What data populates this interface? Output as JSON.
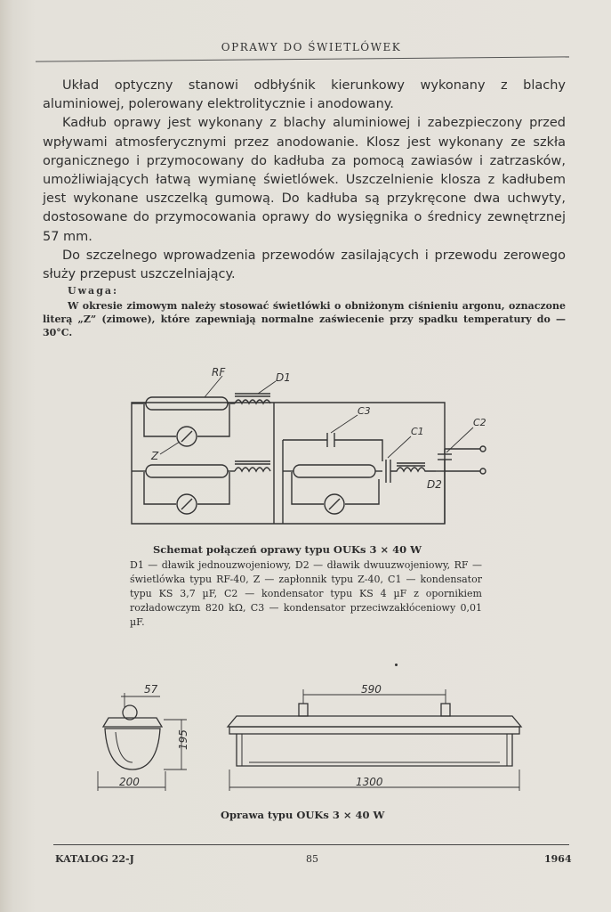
{
  "header": {
    "title": "OPRAWY DO ŚWIETLÓWEK"
  },
  "paragraphs": [
    "Układ optyczny stanowi odbłyśnik kierunkowy wykonany z blachy aluminiowej, polerowany elektrolitycznie i anodowany.",
    "Kadłub oprawy jest wykonany z blachy aluminiowej i zabezpieczony przed wpływami atmosferycznymi przez anodowanie. Klosz jest wykonany ze szkła organicznego i przymocowany do kadłuba za pomocą zawiasów i zatrzasków, umożliwiających łatwą wymianę świetlówek. Uszczelnienie klosza z kadłubem jest wykonane uszczelką gumową. Do kadłuba są przykręcone dwa uchwyty, dostosowane do przymocowania oprawy do wysięgnika o średnicy zewnętrznej 57 mm.",
    "Do szczelnego wprowadzenia przewodów zasilających i przewodu zerowego służy przepust uszczelniający."
  ],
  "note": {
    "heading": "Uwaga:",
    "text": "W okresie zimowym należy stosować świetlówki o obniżonym ciśnieniu argonu, oznaczone literą „Z” (zimowe), które zapewniają normalne zaświecenie przy spadku temperatury do —30°C."
  },
  "schematic": {
    "labels": {
      "rf": "RF",
      "d1": "D1",
      "d2": "D2",
      "c1": "C1",
      "c2": "C2",
      "c3": "C3",
      "z": "Z"
    },
    "caption_title": "Schemat połączeń oprawy typu OUKs 3 × 40 W",
    "caption_text": "D1 — dławik jednouzwojeniowy, D2 — dławik dwuuzwojeniowy, RF — świetlówka typu RF-40, Z — zapłonnik typu Z-40, C1 — kondensator typu KS 3,7 µF, C2 — kondensator typu KS 4 µF z opornikiem rozładowczym 820 kΩ, C3 — kondensator przeciwzakłóceniowy 0,01 µF."
  },
  "drawing": {
    "dims": {
      "d57": "57",
      "d195": "195",
      "d200": "200",
      "d590": "590",
      "d1300": "1300"
    },
    "caption": "Oprawa typu OUKs 3 × 40 W"
  },
  "footer": {
    "left": "KATALOG 22-J",
    "center": "85",
    "right": "1964"
  }
}
